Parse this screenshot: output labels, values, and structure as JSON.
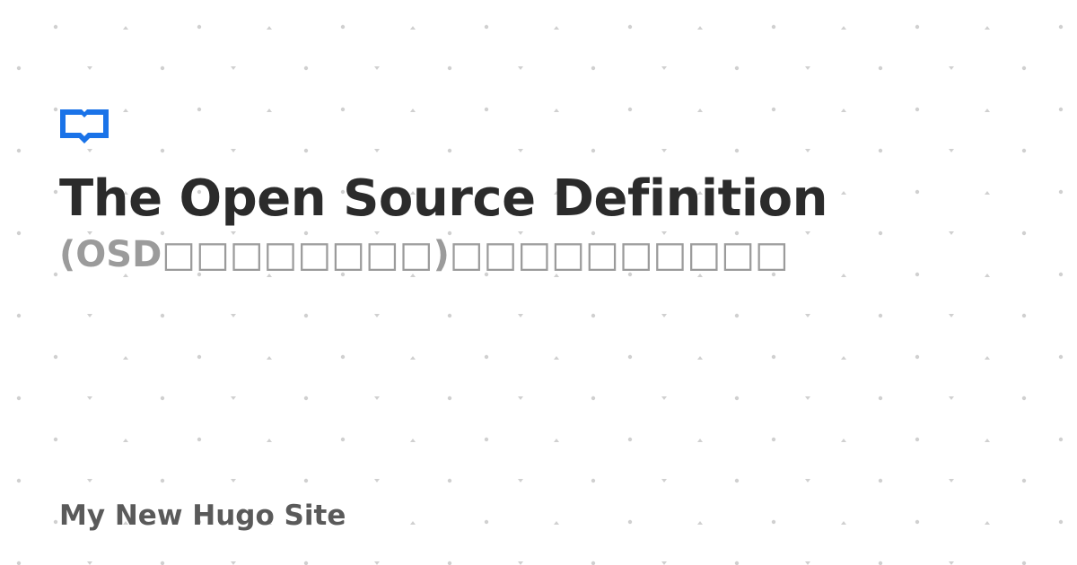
{
  "page": {
    "title": "The Open Source Definition",
    "subtitle": "(OSD□□□□□□□□)□□□□□□□□□□",
    "site_name": "My New Hugo Site"
  },
  "colors": {
    "background": "#ffffff",
    "accent": "#1a73e8",
    "title": "#2b2b2b",
    "subtitle": "#9b9b9b",
    "site_name": "#5a5a5a",
    "pattern_dot": "#d0d0d0"
  },
  "icons": {
    "logo": "open-book-icon"
  }
}
